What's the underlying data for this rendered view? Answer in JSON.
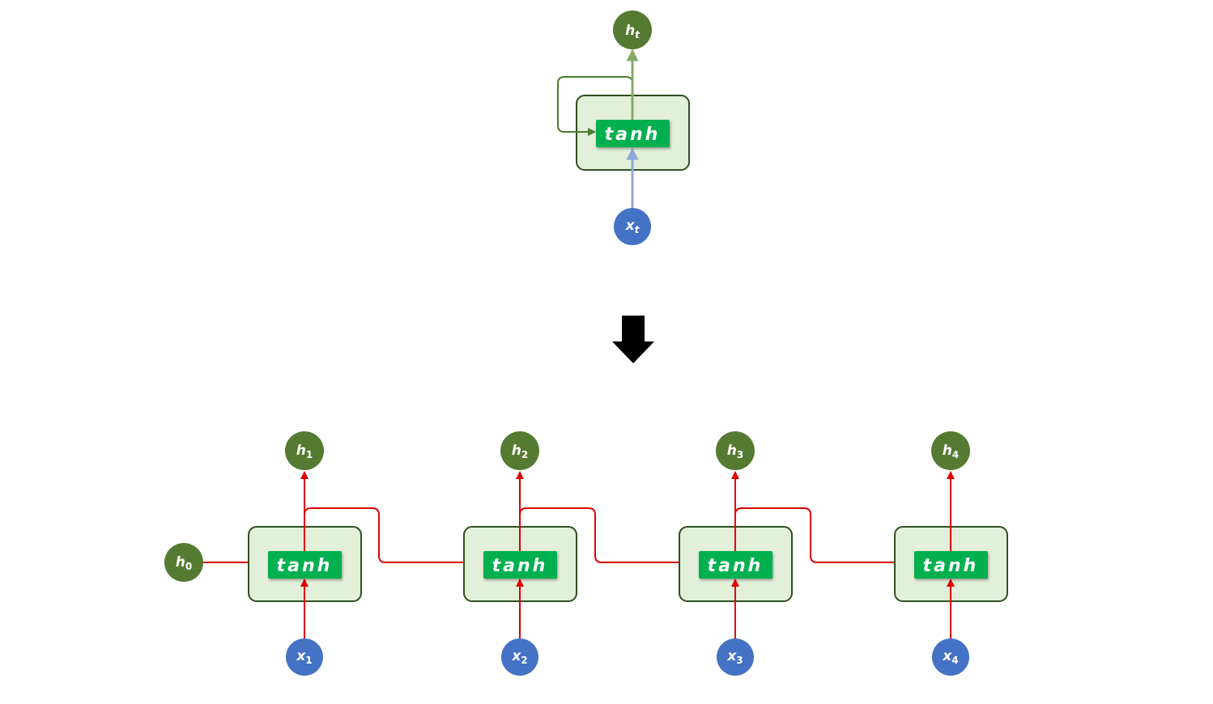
{
  "colors": {
    "hidden_node": "#557a31",
    "input_node": "#4472c4",
    "cell_fill": "#e2efd9",
    "cell_border": "#2f4f1f",
    "op_fill": "#00b050",
    "rolled_recurrent_line": "#4e7a2e",
    "rolled_output_line": "#86aa66",
    "rolled_input_line": "#8eaadb",
    "unrolled_line": "#e00000",
    "arrow": "#000000"
  },
  "rolled": {
    "op_label": "tanh",
    "output": {
      "var": "h",
      "sub": "t"
    },
    "input": {
      "var": "x",
      "sub": "t"
    }
  },
  "unrolled": {
    "initial_state": {
      "var": "h",
      "sub": "0"
    },
    "steps": [
      {
        "op_label": "tanh",
        "output": {
          "var": "h",
          "sub": "1"
        },
        "input": {
          "var": "x",
          "sub": "1"
        }
      },
      {
        "op_label": "tanh",
        "output": {
          "var": "h",
          "sub": "2"
        },
        "input": {
          "var": "x",
          "sub": "2"
        }
      },
      {
        "op_label": "tanh",
        "output": {
          "var": "h",
          "sub": "3"
        },
        "input": {
          "var": "x",
          "sub": "3"
        }
      },
      {
        "op_label": "tanh",
        "output": {
          "var": "h",
          "sub": "4"
        },
        "input": {
          "var": "x",
          "sub": "4"
        }
      }
    ]
  },
  "icons": {
    "transform_arrow": "down-arrow-icon"
  }
}
